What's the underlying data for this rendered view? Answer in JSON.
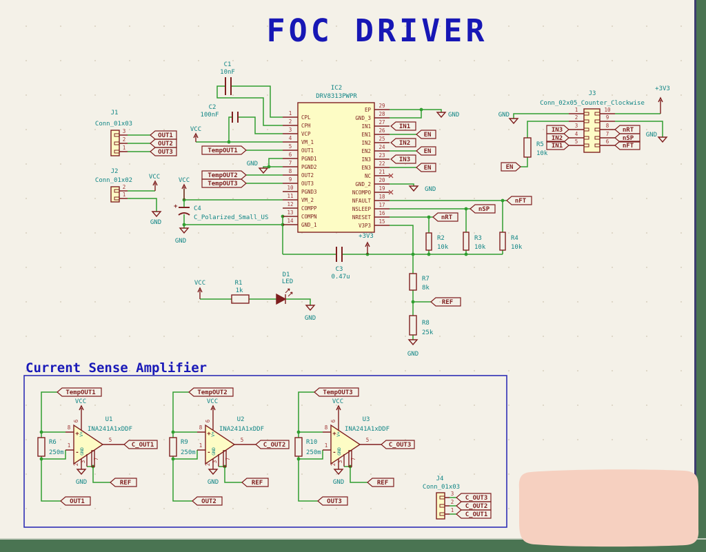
{
  "title": "FOC DRIVER",
  "section_title": "Current Sense Amplifier",
  "power": {
    "vcc": "VCC",
    "gnd": "GND",
    "p3v3": "+3V3"
  },
  "nets": {
    "in1": "IN1",
    "in2": "IN2",
    "in3": "IN3",
    "en": "EN",
    "nrt": "nRT",
    "nsp": "nSP",
    "nft": "nFT",
    "ref": "REF",
    "out1": "OUT1",
    "out2": "OUT2",
    "out3": "OUT3",
    "tempout1": "TempOUT1",
    "tempout2": "TempOUT2",
    "tempout3": "TempOUT3",
    "cout1": "C_OUT1",
    "cout2": "C_OUT2",
    "cout3": "C_OUT3"
  },
  "ic2": {
    "ref": "IC2",
    "value": "DRV8313PWPR",
    "left_pins": [
      {
        "num": "1",
        "name": "CPL"
      },
      {
        "num": "2",
        "name": "CPH"
      },
      {
        "num": "3",
        "name": "VCP"
      },
      {
        "num": "4",
        "name": "VM_1"
      },
      {
        "num": "5",
        "name": "OUT1"
      },
      {
        "num": "6",
        "name": "PGND1"
      },
      {
        "num": "7",
        "name": "PGND2"
      },
      {
        "num": "8",
        "name": "OUT2"
      },
      {
        "num": "9",
        "name": "OUT3"
      },
      {
        "num": "10",
        "name": "PGND3"
      },
      {
        "num": "11",
        "name": "VM_2"
      },
      {
        "num": "12",
        "name": "COMPP"
      },
      {
        "num": "13",
        "name": "COMPN"
      },
      {
        "num": "14",
        "name": "GND_1"
      }
    ],
    "right_pins": [
      {
        "num": "29",
        "name": "EP"
      },
      {
        "num": "28",
        "name": "GND_3"
      },
      {
        "num": "27",
        "name": "IN1"
      },
      {
        "num": "26",
        "name": "EN1"
      },
      {
        "num": "25",
        "name": "IN2"
      },
      {
        "num": "24",
        "name": "EN2"
      },
      {
        "num": "23",
        "name": "IN3"
      },
      {
        "num": "22",
        "name": "EN3"
      },
      {
        "num": "21",
        "name": "NC"
      },
      {
        "num": "20",
        "name": "GND_2"
      },
      {
        "num": "19",
        "name": "NCOMPO"
      },
      {
        "num": "18",
        "name": "NFAULT"
      },
      {
        "num": "17",
        "name": "NSLEEP"
      },
      {
        "num": "16",
        "name": "NRESET"
      },
      {
        "num": "15",
        "name": "V3P3"
      }
    ]
  },
  "j1": {
    "ref": "J1",
    "value": "Conn_01x03",
    "pin_numbers": [
      "3",
      "2",
      "1"
    ]
  },
  "j2": {
    "ref": "J2",
    "value": "Conn_01x02",
    "pin_numbers": [
      "2",
      "1"
    ]
  },
  "j3": {
    "ref": "J3",
    "value": "Conn_02x05_Counter_Clockwise",
    "left_pin_numbers": [
      "1",
      "2",
      "3",
      "4",
      "5"
    ],
    "right_pin_numbers": [
      "10",
      "9",
      "8",
      "7",
      "6"
    ]
  },
  "j4": {
    "ref": "J4",
    "value": "Conn_01x03",
    "pin_numbers": [
      "3",
      "2",
      "1"
    ]
  },
  "c1": {
    "ref": "C1",
    "value": "10nF"
  },
  "c2": {
    "ref": "C2",
    "value": "100nF"
  },
  "c3": {
    "ref": "C3",
    "value": "0.47u"
  },
  "c4": {
    "ref": "C4",
    "value": "C_Polarized_Small_US",
    "plus": "+"
  },
  "r1": {
    "ref": "R1",
    "value": "1k"
  },
  "r2": {
    "ref": "R2",
    "value": "10k"
  },
  "r3": {
    "ref": "R3",
    "value": "10k"
  },
  "r4": {
    "ref": "R4",
    "value": "10k"
  },
  "r5": {
    "ref": "R5",
    "value": "10k"
  },
  "r7": {
    "ref": "R7",
    "value": "8k"
  },
  "r8": {
    "ref": "R8",
    "value": "25k"
  },
  "d1": {
    "ref": "D1",
    "value": "LED"
  },
  "amps": [
    {
      "ref": "U1",
      "value": "INA241A1xDDF",
      "shunt_ref": "R6",
      "shunt_value": "250m",
      "temp": "TempOUT1",
      "out": "OUT1",
      "cout": "C_OUT1",
      "pin1": "1",
      "pin2": "2",
      "pin3": "3",
      "pin5": "5",
      "pin6": "6",
      "pin7": "7",
      "pin8": "8",
      "plus": "+",
      "minus": "-",
      "vplus": "V+",
      "gnd_pin": "GND"
    },
    {
      "ref": "U2",
      "value": "INA241A1xDDF",
      "shunt_ref": "R9",
      "shunt_value": "250m",
      "temp": "TempOUT2",
      "out": "OUT2",
      "cout": "C_OUT2",
      "pin1": "1",
      "pin2": "2",
      "pin3": "3",
      "pin5": "5",
      "pin6": "6",
      "pin7": "7",
      "pin8": "8",
      "plus": "+",
      "minus": "-",
      "vplus": "V+",
      "gnd_pin": "GND"
    },
    {
      "ref": "U3",
      "value": "INA241A1xDDF",
      "shunt_ref": "R10",
      "shunt_value": "250m",
      "temp": "TempOUT3",
      "out": "OUT3",
      "cout": "C_OUT3",
      "pin1": "1",
      "pin2": "2",
      "pin3": "3",
      "pin5": "5",
      "pin6": "6",
      "pin7": "7",
      "pin8": "8",
      "plus": "+",
      "minus": "-",
      "vplus": "V+",
      "gnd_pin": "GND"
    }
  ]
}
